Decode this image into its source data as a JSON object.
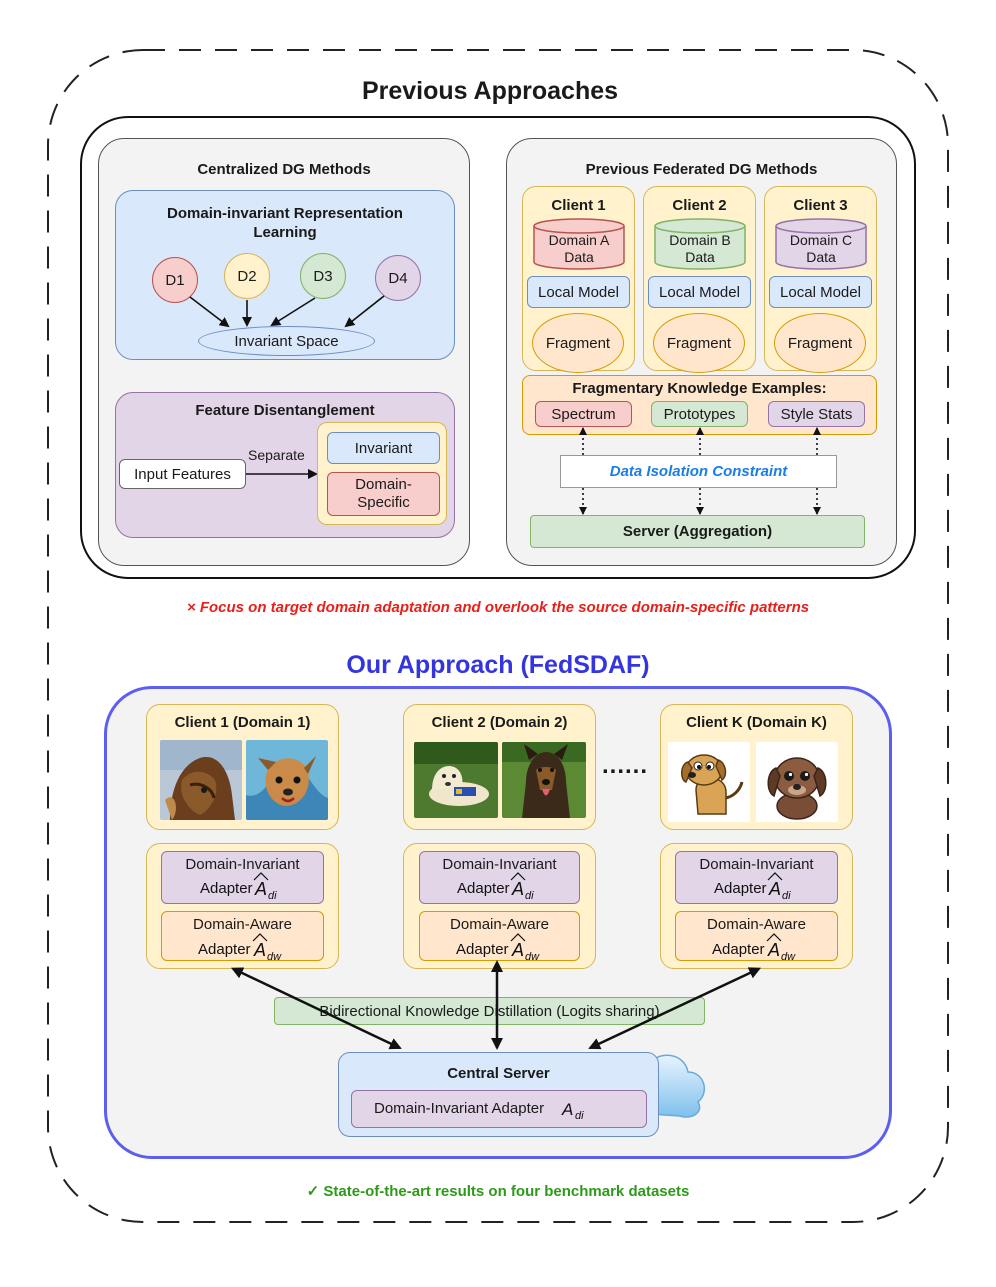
{
  "previous": {
    "title": "Previous Approaches",
    "centralized": {
      "title": "Centralized DG Methods",
      "dirl": {
        "title": "Domain-invariant Representation Learning",
        "domains": [
          "D1",
          "D2",
          "D3",
          "D4"
        ],
        "space": "Invariant Space"
      },
      "feature": {
        "title": "Feature Disentanglement",
        "input": "Input Features",
        "separate": "Separate",
        "invariant": "Invariant",
        "specific": "Domain-Specific"
      }
    },
    "federated": {
      "title": "Previous Federated DG Methods",
      "clients": [
        {
          "name": "Client 1",
          "data": "Domain A Data",
          "model": "Local Model",
          "fragment": "Fragment"
        },
        {
          "name": "Client 2",
          "data": "Domain B Data",
          "model": "Local Model",
          "fragment": "Fragment"
        },
        {
          "name": "Client 3",
          "data": "Domain C Data",
          "model": "Local Model",
          "fragment": "Fragment"
        }
      ],
      "fragmentary": {
        "title": "Fragmentary Knowledge Examples:",
        "items": [
          "Spectrum",
          "Prototypes",
          "Style Stats"
        ]
      },
      "constraint": "Data Isolation Constraint",
      "server": "Server (Aggregation)"
    },
    "issue": "× Focus on target domain adaptation and overlook the source domain-specific patterns"
  },
  "ours": {
    "title": "Our Approach (FedSDAF)",
    "clients": [
      {
        "name": "Client 1 (Domain 1)",
        "invariant_adapter": "Domain-Invariant Adapter",
        "aware_adapter": "Domain-Aware Adapter"
      },
      {
        "name": "Client 2 (Domain 2)",
        "invariant_adapter": "Domain-Invariant Adapter",
        "aware_adapter": "Domain-Aware Adapter"
      },
      {
        "name": "Client K (Domain K)",
        "invariant_adapter": "Domain-Invariant Adapter",
        "aware_adapter": "Domain-Aware Adapter"
      }
    ],
    "ellipsis": "......",
    "distillation": "Bidirectional Knowledge Distillation (Logits sharing)",
    "server": {
      "title": "Central Server",
      "adapter": "Domain-Invariant Adapter"
    },
    "result": "✓ State-of-the-art results on four benchmark datasets",
    "colors": {
      "accent": "#5b5ef0",
      "issue": "#e8201a",
      "result": "#2e9a1a",
      "constraint": "#1a7ee8"
    }
  }
}
